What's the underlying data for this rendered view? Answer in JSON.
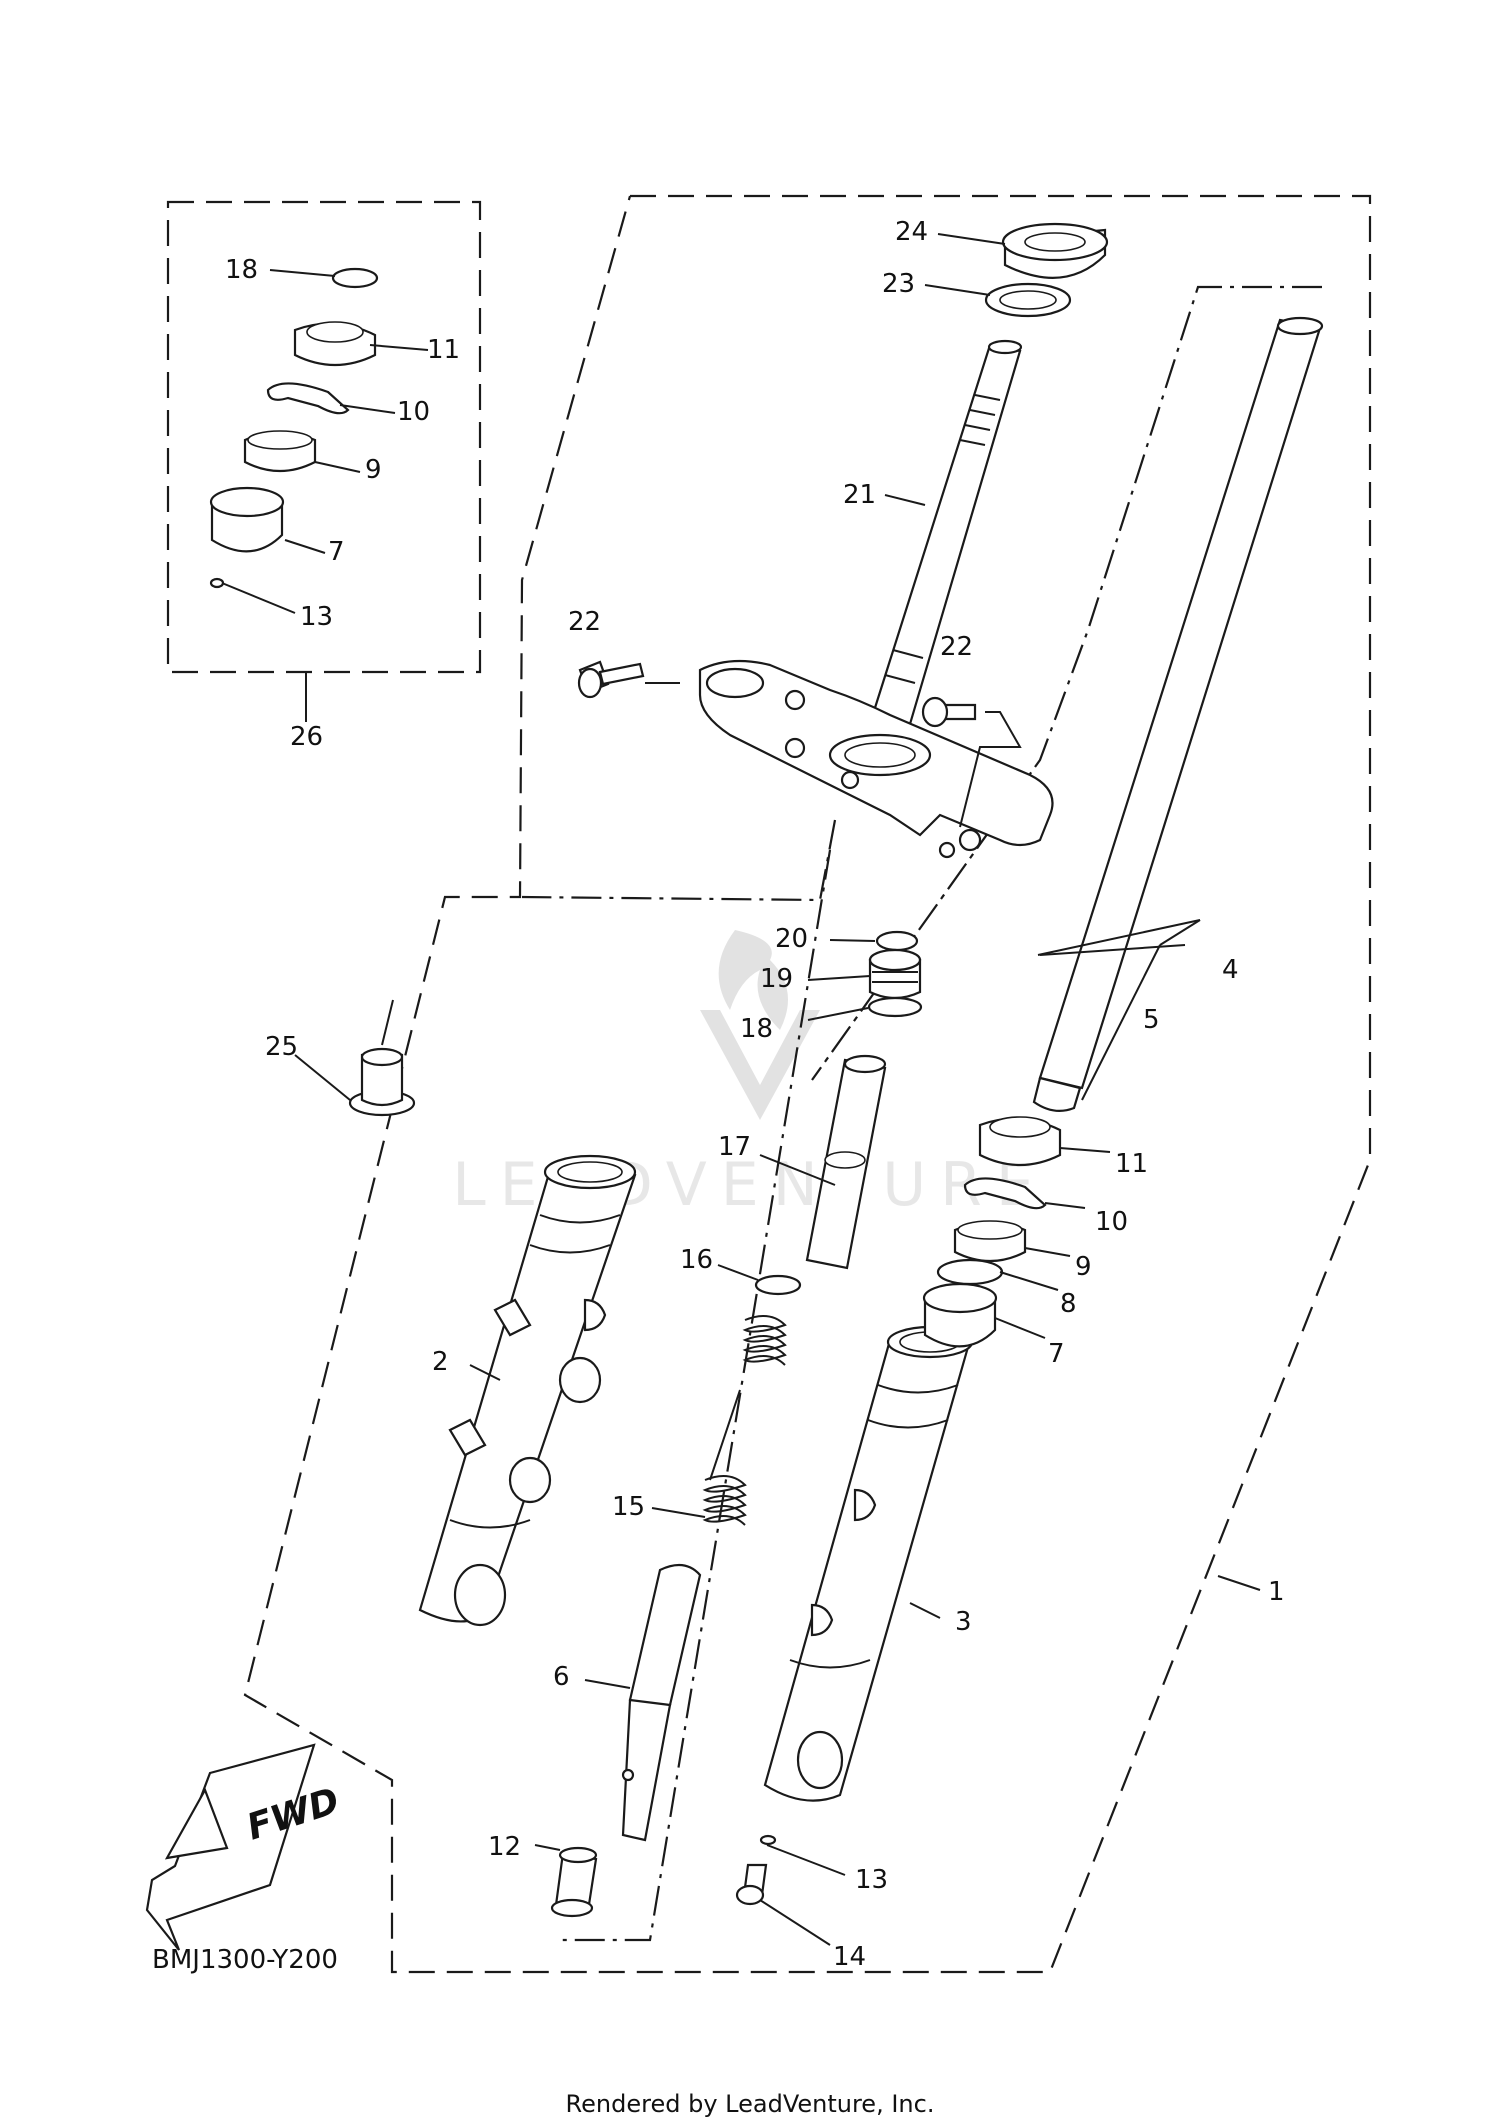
{
  "diagram_code": "BMJ1300-Y200",
  "rendered_by": "Rendered by LeadVenture, Inc.",
  "fwd_label": "FWD",
  "watermark_text": "LEADVENTURE",
  "callouts": {
    "c1": "1",
    "c2": "2",
    "c3": "3",
    "c4": "4",
    "c5": "5",
    "c6": "6",
    "c7a": "7",
    "c7b": "7",
    "c8": "8",
    "c9a": "9",
    "c9b": "9",
    "c10a": "10",
    "c10b": "10",
    "c11a": "11",
    "c11b": "11",
    "c12": "12",
    "c13a": "13",
    "c13b": "13",
    "c14": "14",
    "c15": "15",
    "c16": "16",
    "c17": "17",
    "c18a": "18",
    "c18b": "18",
    "c19": "19",
    "c20": "20",
    "c21": "21",
    "c22a": "22",
    "c22b": "22",
    "c23": "23",
    "c24": "24",
    "c25": "25",
    "c26": "26"
  }
}
